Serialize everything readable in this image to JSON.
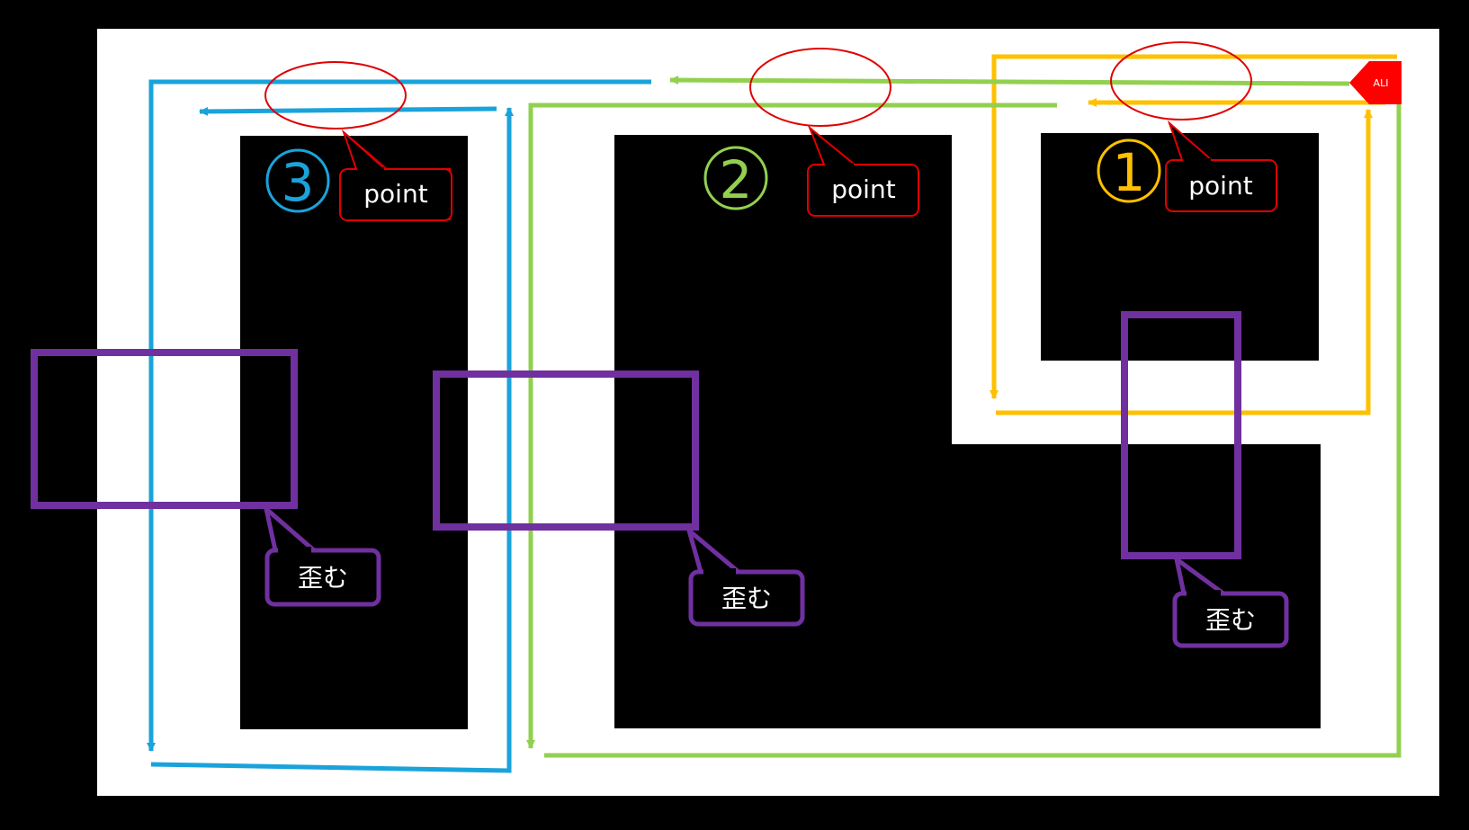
{
  "diagram": {
    "colors": {
      "background": "#000000",
      "field": "#ffffff",
      "blocks": "#000000",
      "route_1": "#FFC000",
      "route_2": "#92D050",
      "route_3": "#1AA3DB",
      "point_marker": "#E00000",
      "distortion_marker": "#7030A0",
      "ali_marker": "#FF0000"
    },
    "ali_label": "ALI",
    "sections": [
      {
        "number": "①",
        "point_label": "point",
        "color": "#FFC000"
      },
      {
        "number": "②",
        "point_label": "point",
        "color": "#92D050"
      },
      {
        "number": "③",
        "point_label": "point",
        "color": "#1AA3DB"
      }
    ],
    "distortion_labels": [
      "歪む",
      "歪む",
      "歪む"
    ]
  }
}
